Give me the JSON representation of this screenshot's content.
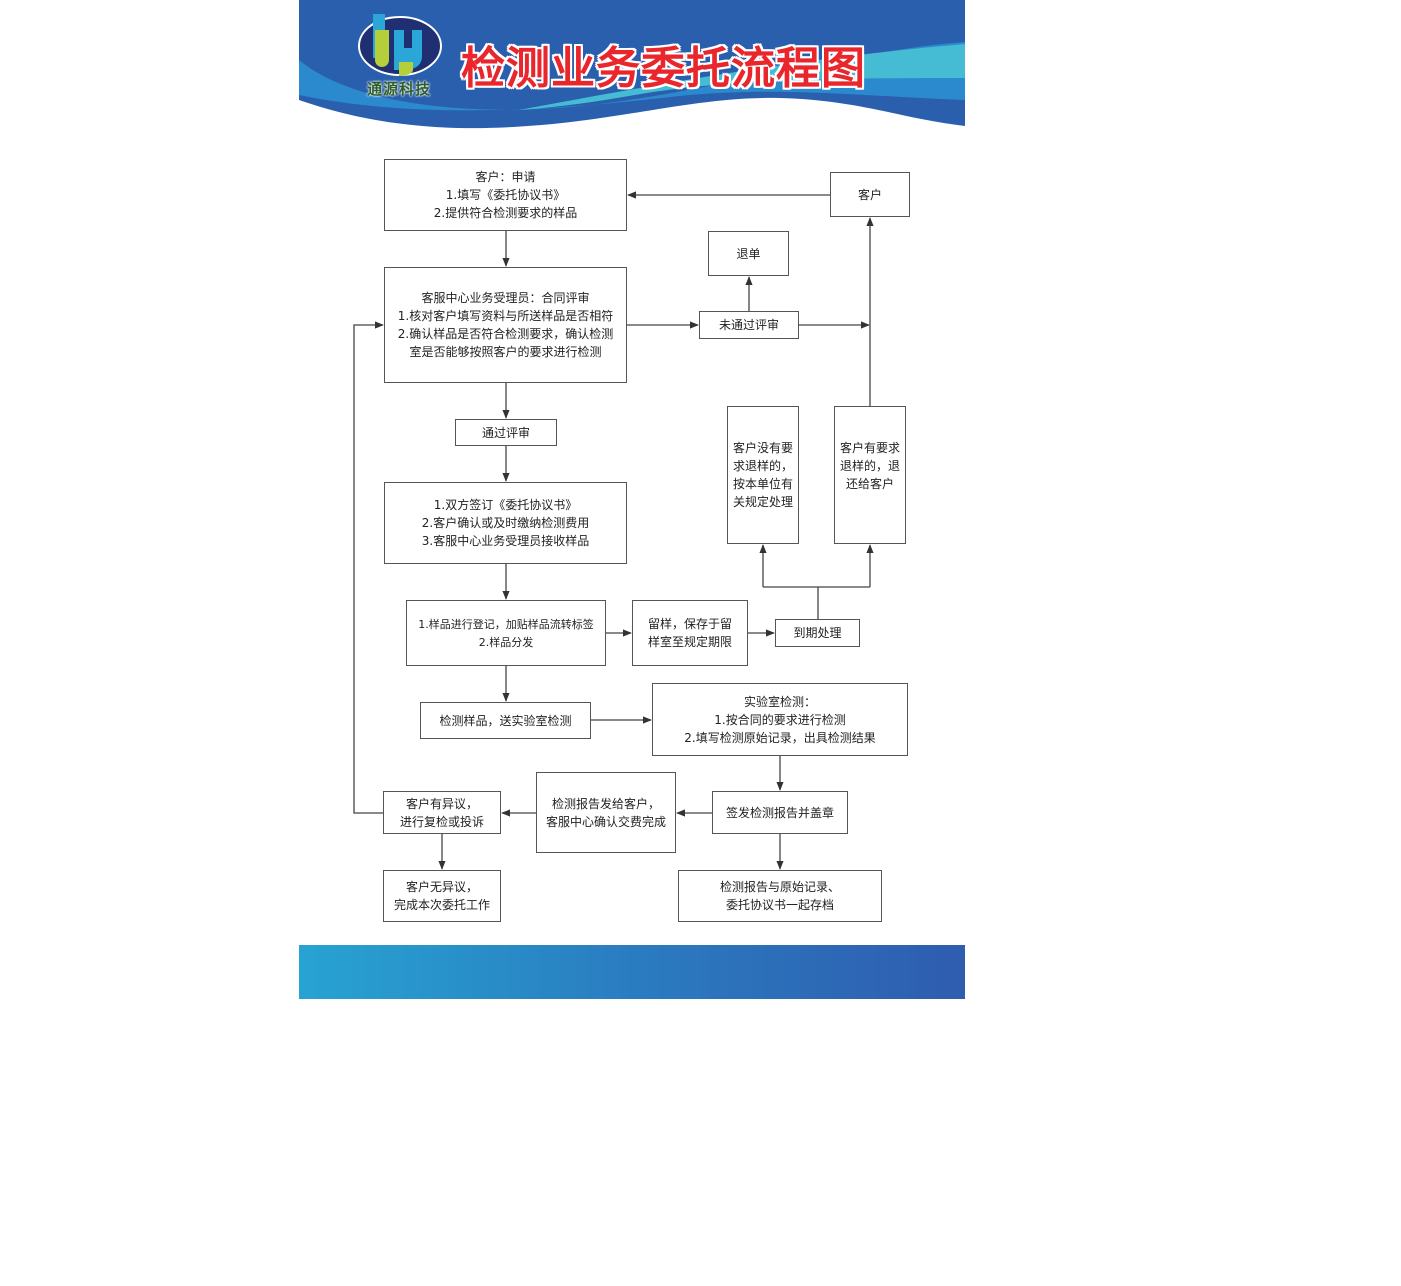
{
  "header": {
    "title": "检测业务委托流程图",
    "brand": "通源科技",
    "colors": {
      "banner": "#2a5fae",
      "wave": "#45bcd3",
      "title": "#e8262b"
    }
  },
  "flow": {
    "apply": "客户：申请\n1.填写《委托协议书》\n2.提供符合检测要求的样品",
    "customer": "客户",
    "cancel": "退单",
    "review": "客服中心业务受理员：合同评审\n1.核对客户填写资料与所送样品是否相符\n2.确认样品是否符合检测要求，确认检测\n室是否能够按照客户的要求进行检测",
    "not_passed": "未通过评审",
    "passed": "通过评审",
    "sign": "1.双方签订《委托协议书》\n2.客户确认或及时缴纳检测费用\n3.客服中心业务受理员接收样品",
    "no_return_request": "客户没有要\n求退样的，\n按本单位有\n关规定处理",
    "return_request": "客户有要求\n退样的，退\n还给客户",
    "register": "1.样品进行登记，加贴样品流转标签\n2.样品分发",
    "retain": "留样，保存于留\n样室至规定期限",
    "expire": "到期处理",
    "send_lab": "检测样品，送实验室检测",
    "lab_test": "实验室检测：\n1.按合同的要求进行检测\n2.填写检测原始记录，出具检测结果",
    "objection": "客户有异议，\n进行复检或投诉",
    "report_sent": "检测报告发给客户，\n客服中心确认交费完成",
    "issue_report": "签发检测报告并盖章",
    "no_objection": "客户无异议，\n完成本次委托工作",
    "archive": "检测报告与原始记录、\n委托协议书一起存档"
  }
}
